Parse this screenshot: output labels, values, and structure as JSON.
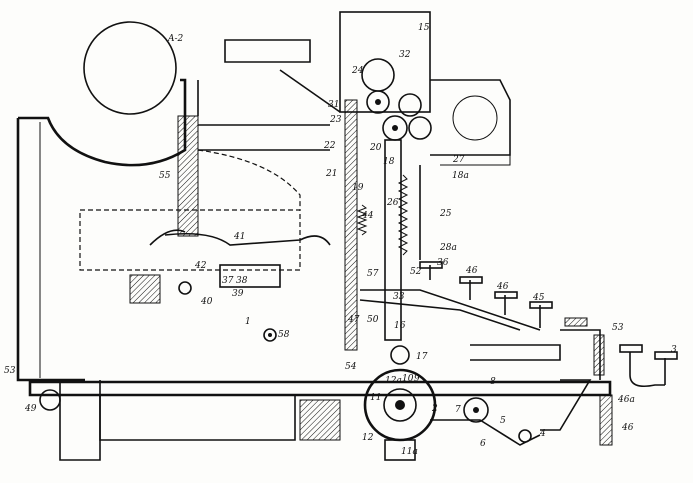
{
  "labels": [
    {
      "id": "l-a2",
      "text": "A-2"
    },
    {
      "id": "l-15",
      "text": "15"
    },
    {
      "id": "l-32",
      "text": "32"
    },
    {
      "id": "l-24",
      "text": "24"
    },
    {
      "id": "l-31",
      "text": "31"
    },
    {
      "id": "l-23",
      "text": "23"
    },
    {
      "id": "l-22",
      "text": "22"
    },
    {
      "id": "l-21",
      "text": "21"
    },
    {
      "id": "l-55",
      "text": "55"
    },
    {
      "id": "l-19",
      "text": "19"
    },
    {
      "id": "l-18",
      "text": "18"
    },
    {
      "id": "l-18a",
      "text": "18a"
    },
    {
      "id": "l-27",
      "text": "27"
    },
    {
      "id": "l-25",
      "text": "25"
    },
    {
      "id": "l-28a",
      "text": "28a"
    },
    {
      "id": "l-41",
      "text": "41"
    },
    {
      "id": "l-42",
      "text": "42"
    },
    {
      "id": "l-36",
      "text": "36"
    },
    {
      "id": "l-46a",
      "text": "46"
    },
    {
      "id": "l-46b",
      "text": "46"
    },
    {
      "id": "l-45",
      "text": "45"
    },
    {
      "id": "l-33",
      "text": "33"
    },
    {
      "id": "l-16",
      "text": "16"
    },
    {
      "id": "l-47",
      "text": "47"
    },
    {
      "id": "l-50",
      "text": "50"
    },
    {
      "id": "l-17",
      "text": "17"
    },
    {
      "id": "l-58",
      "text": "58"
    },
    {
      "id": "l-53a",
      "text": "53"
    },
    {
      "id": "l-53b",
      "text": "53"
    },
    {
      "id": "l-3",
      "text": "3"
    },
    {
      "id": "l-49",
      "text": "49"
    },
    {
      "id": "l-54",
      "text": "54"
    },
    {
      "id": "l-12a",
      "text": "12a"
    },
    {
      "id": "l-10",
      "text": "10"
    },
    {
      "id": "l-9",
      "text": "9"
    },
    {
      "id": "l-11",
      "text": "11"
    },
    {
      "id": "l-2",
      "text": "2"
    },
    {
      "id": "l-8",
      "text": "8"
    },
    {
      "id": "l-7",
      "text": "7"
    },
    {
      "id": "l-12",
      "text": "12"
    },
    {
      "id": "l-11a",
      "text": "11a"
    },
    {
      "id": "l-5",
      "text": "5"
    },
    {
      "id": "l-6",
      "text": "6"
    },
    {
      "id": "l-4",
      "text": "4"
    },
    {
      "id": "l-46c",
      "text": "46a"
    },
    {
      "id": "l-46d",
      "text": "46"
    },
    {
      "id": "l-40",
      "text": "40"
    },
    {
      "id": "l-37",
      "text": "37"
    },
    {
      "id": "l-38",
      "text": "38"
    },
    {
      "id": "l-39",
      "text": "39"
    },
    {
      "id": "l-1",
      "text": "1"
    },
    {
      "id": "l-44",
      "text": "44"
    },
    {
      "id": "l-52",
      "text": "52"
    },
    {
      "id": "l-57",
      "text": "57"
    },
    {
      "id": "l-20",
      "text": "20"
    },
    {
      "id": "l-26",
      "text": "26"
    }
  ]
}
